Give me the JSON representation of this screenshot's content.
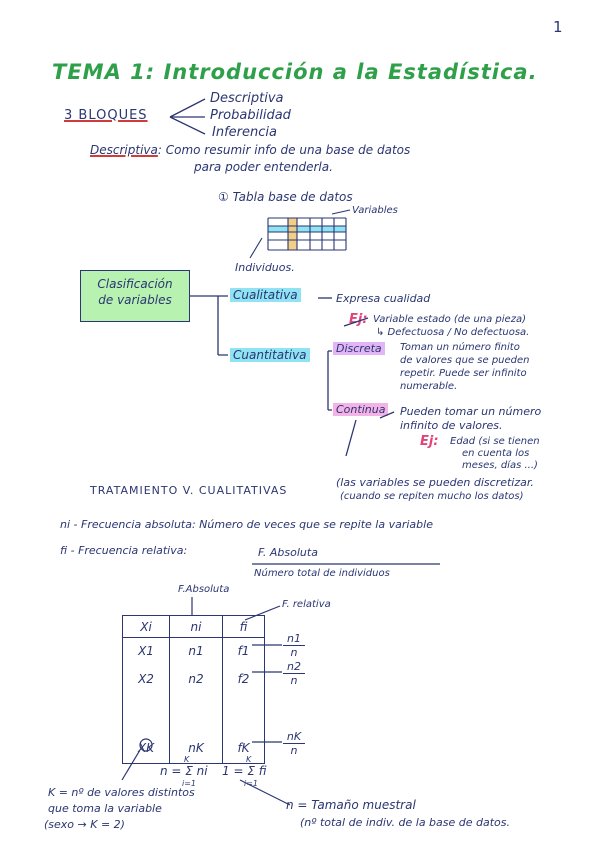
{
  "page_number": "1",
  "title": "TEMA 1: Introducción a la Estadística.",
  "bloques": {
    "label": "3 BLOQUES",
    "items": [
      "Descriptiva",
      "Probabilidad",
      "Inferencia"
    ]
  },
  "descriptiva": {
    "term": "Descriptiva",
    "text1": ": Como resumir info de una base de datos",
    "text2": "para poder entenderla."
  },
  "tabla": {
    "title": "① Tabla base de datos",
    "variables": "Variables",
    "individuos": "Individuos."
  },
  "clasificacion": {
    "box_line1": "Clasificación",
    "box_line2": "de variables",
    "cualitativa": "Cualitativa",
    "cualitativa_def": "Expresa cualidad",
    "ej_label": "Ej:",
    "cualitativa_ej1": "Variable estado (de una pieza)",
    "cualitativa_ej2": "↳ Defectuosa / No defectuosa.",
    "cuantitativa": "Cuantitativa",
    "discreta": "Discreta",
    "discreta_def1": "Toman un número finito",
    "discreta_def2": "de valores que se pueden",
    "discreta_def3": "repetir. Puede ser infinito",
    "discreta_def4": "numerable.",
    "continua": "Continua",
    "continua_def1": "Pueden tomar un número",
    "continua_def2": "infinito de valores.",
    "continua_ej_label": "Ej:",
    "continua_ej1": "Edad (si se tienen",
    "continua_ej2": "en cuenta los",
    "continua_ej3": "meses, días ...)",
    "note1": "(las variables se pueden discretizar.",
    "note2": "(cuando se repiten mucho los datos)"
  },
  "tratamiento": {
    "heading": "TRATAMIENTO V. CUALITATIVAS",
    "ni_def": "ni - Frecuencia absoluta: Número de veces que se repite la variable",
    "fi_def": "fi - Frecuencia relativa:",
    "fi_num": "F. Absoluta",
    "fi_den": "Número total de individuos",
    "label_fabs": "F.Absoluta",
    "label_frel": "F. relativa",
    "table": {
      "headers": [
        "Xi",
        "ni",
        "fi"
      ],
      "rows": [
        [
          "X1",
          "n1",
          "f1",
          "n1",
          "n"
        ],
        [
          "X2",
          "n2",
          "f2",
          "n2",
          "n"
        ],
        [
          "XK",
          "nK",
          "fK",
          "nK",
          "n"
        ]
      ]
    },
    "sum_n": "n = Σ ni",
    "sum_f": "1 = Σ fi",
    "sum_limits_top": "K",
    "sum_limits_bottom": "i=1",
    "k_def1": "K = nº de valores distintos",
    "k_def2": "que toma la variable",
    "k_def3": "(sexo → K = 2)",
    "n_def1": "n = Tamaño muestral",
    "n_def2": "(nº total de indiv. de la base de datos."
  }
}
